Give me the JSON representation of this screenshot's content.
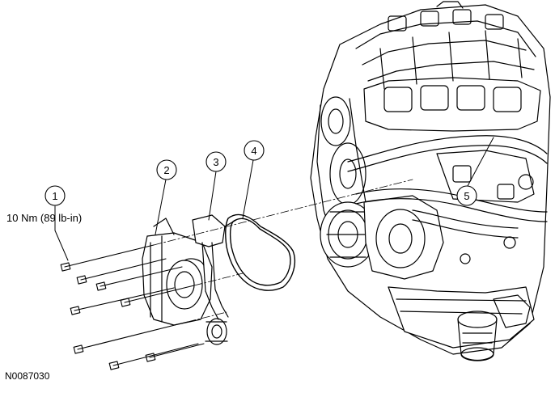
{
  "figure_id": "N0087030",
  "torque_spec": "10 Nm (89 lb-in)",
  "callouts": [
    {
      "label": "1"
    },
    {
      "label": "2"
    },
    {
      "label": "3"
    },
    {
      "label": "4"
    },
    {
      "label": "5"
    }
  ]
}
